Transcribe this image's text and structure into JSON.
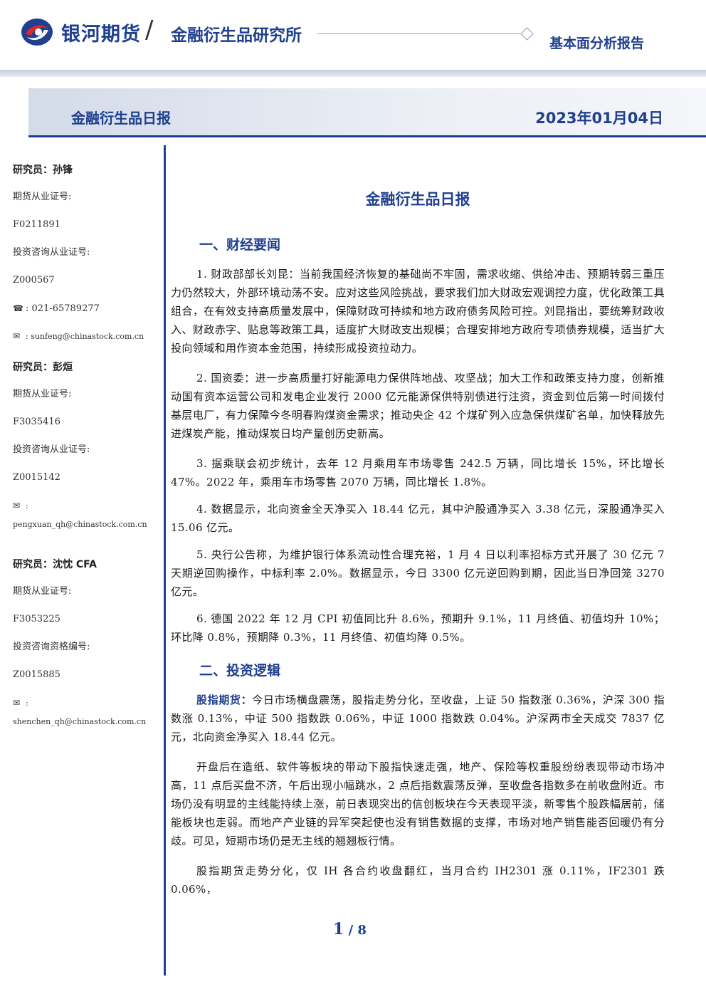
{
  "header": {
    "brand": "银河期货",
    "slash": "/",
    "institute": "金融衍生品研究所",
    "report_type": "基本面分析报告"
  },
  "title_bar": {
    "title": "金融衍生品日报",
    "date": "2023年01月04日"
  },
  "sidebar": {
    "researchers": [
      {
        "name": "研究员：孙锋",
        "license_label": "期货从业证号:",
        "license": "F0211891",
        "consult_label": "投资咨询从业证号:",
        "consult": "Z000567",
        "phone": "021-65789277",
        "email": "sunfeng@chinastock.com.cn"
      },
      {
        "name": "研究员：彭烜",
        "license_label": "期货从业证号:",
        "license": "F3035416",
        "consult_label": "投资咨询从业证号:",
        "consult": "Z0015142",
        "email": "pengxuan_qh@chinastock.com.cn"
      },
      {
        "name": "研究员：沈忱  CFA",
        "license_label": "期货从业证号:",
        "license": "F3053225",
        "consult_label": "投资咨询资格编号:",
        "consult": "Z0015885",
        "email": "shenchen_qh@chinastock.com.cn"
      }
    ]
  },
  "main": {
    "title": "金融衍生品日报",
    "section1": {
      "title": "一、财经要闻",
      "items": [
        "1. 财政部部长刘昆：当前我国经济恢复的基础尚不牢固，需求收缩、供给冲击、预期转弱三重压力仍然较大，外部环境动荡不安。应对这些风险挑战，要求我们加大财政宏观调控力度，优化政策工具组合，在有效支持高质量发展中，保障财政可持续和地方政府债务风险可控。刘昆指出，要统筹财政收入、财政赤字、贴息等政策工具，适度扩大财政支出规模；合理安排地方政府专项债券规模，适当扩大投向领域和用作资本金范围，持续形成投资拉动力。",
        "2. 国资委：进一步高质量打好能源电力保供阵地战、攻坚战；加大工作和政策支持力度，创新推动国有资本运营公司和发电企业发行 2000 亿元能源保供特别债进行注资，资金到位后第一时间拨付基层电厂，有力保障今冬明春购煤资金需求；推动央企 42 个煤矿列入应急保供煤矿名单，加快释放先进煤炭产能，推动煤炭日均产量创历史新高。",
        "3. 据乘联会初步统计，去年 12 月乘用车市场零售 242.5 万辆，同比增长 15%，环比增长 47%。2022 年，乘用车市场零售 2070 万辆，同比增长 1.8%。",
        "4. 数据显示，北向资金全天净买入 18.44 亿元，其中沪股通净买入 3.38 亿元，深股通净买入 15.06 亿元。",
        "5. 央行公告称，为维护银行体系流动性合理充裕，1 月 4 日以利率招标方式开展了 30 亿元 7 天期逆回购操作，中标利率 2.0%。数据显示，今日 3300 亿元逆回购到期，因此当日净回笼 3270 亿元。",
        "6. 德国 2022 年 12 月 CPI 初值同比升 8.6%，预期升 9.1%，11 月终值、初值均升 10%；环比降 0.8%，预期降 0.3%，11 月终值、初值均降 0.5%。"
      ]
    },
    "section2": {
      "title": "二、投资逻辑",
      "lead": "股指期货：",
      "p1": "今日市场横盘震荡，股指走势分化，至收盘，上证 50 指数涨 0.36%，沪深 300 指数涨 0.13%，中证 500 指数跌 0.06%，中证 1000 指数跌 0.04%。沪深两市全天成交 7837 亿元，北向资金净买入 18.44 亿元。",
      "p2": "开盘后在造纸、软件等板块的带动下股指快速走强，地产、保险等权重股纷纷表现带动市场冲高，11 点后买盘不济，午后出现小幅跳水，2 点后指数震荡反弹，至收盘各指数多在前收盘附近。市场仍没有明显的主线能持续上涨，前日表现突出的信创板块在今天表现平淡，新零售个股跌幅居前，储能板块也走弱。而地产产业链的异军突起使也没有销售数据的支撑，市场对地产销售能否回暖仍有分歧。可见，短期市场仍是无主线的翘翘板行情。",
      "p3": "股指期货走势分化，仅 IH 各合约收盘翻红，当月合约 IH2301 涨 0.11%，IF2301 跌 0.06%，"
    }
  },
  "footer": {
    "page": "1",
    "sep": " / ",
    "total": "8"
  },
  "icons": {
    "phone": "phone-icon",
    "email": "mail-icon"
  },
  "colors": {
    "brand_blue": "#1f3f8f",
    "logo_red": "#d7282f"
  }
}
